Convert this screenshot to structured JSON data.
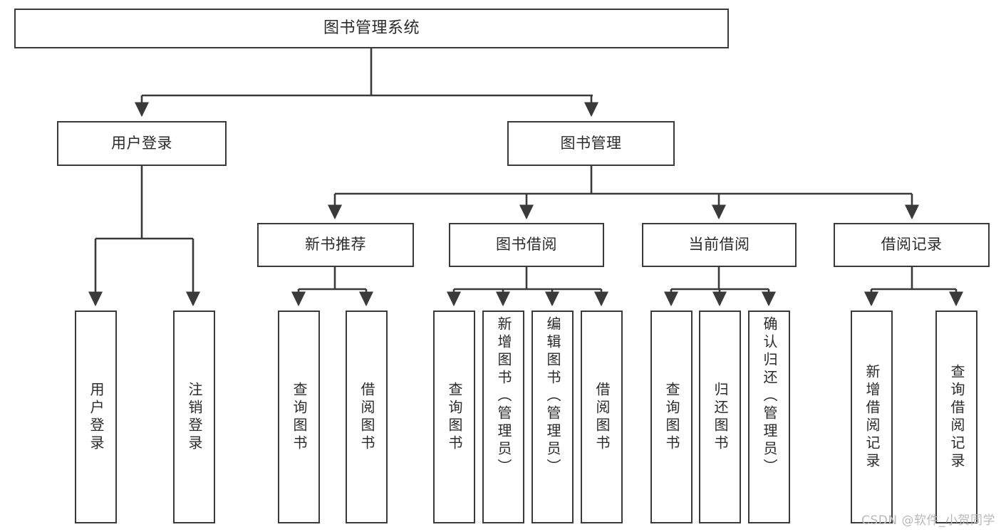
{
  "diagram": {
    "title": "图书管理系统",
    "watermark": "CSDN @软件_小贺同学",
    "line_color": "#3a3a3a",
    "box_border_color": "#3a3a3a",
    "box_fill_color": "#ffffff",
    "text_color": "#2b2b2b",
    "watermark_color": "#b9b9b9"
  },
  "nodes": {
    "root": {
      "label": "图书管理系统"
    },
    "level1": [
      {
        "id": "user-login",
        "label": "用户登录"
      },
      {
        "id": "book-management",
        "label": "图书管理"
      }
    ],
    "level2": [
      {
        "id": "new-book-recommend",
        "label": "新书推荐"
      },
      {
        "id": "book-borrow",
        "label": "图书借阅"
      },
      {
        "id": "current-borrow",
        "label": "当前借阅"
      },
      {
        "id": "borrow-record",
        "label": "借阅记录"
      }
    ],
    "leaves": {
      "user_login": [
        {
          "id": "leaf-user-login",
          "label": "用户登录"
        },
        {
          "id": "leaf-logout-login",
          "label": "注销登录"
        }
      ],
      "new_book_recommend": [
        {
          "id": "leaf-query-book-1",
          "label": "查询图书"
        },
        {
          "id": "leaf-borrow-book-1",
          "label": "借阅图书"
        }
      ],
      "book_borrow": [
        {
          "id": "leaf-query-book-2",
          "label": "查询图书"
        },
        {
          "id": "leaf-add-book-admin",
          "label": "新增图书（管理员）"
        },
        {
          "id": "leaf-edit-book-admin",
          "label": "编辑图书（管理员）"
        },
        {
          "id": "leaf-borrow-book-2",
          "label": "借阅图书"
        }
      ],
      "current_borrow": [
        {
          "id": "leaf-query-book-3",
          "label": "查询图书"
        },
        {
          "id": "leaf-return-book",
          "label": "归还图书"
        },
        {
          "id": "leaf-confirm-return-admin",
          "label": "确认归还（管理员）"
        }
      ],
      "borrow_record": [
        {
          "id": "leaf-add-borrow-record",
          "label": "新增借阅记录"
        },
        {
          "id": "leaf-query-borrow-record",
          "label": "查询借阅记录"
        }
      ]
    }
  }
}
